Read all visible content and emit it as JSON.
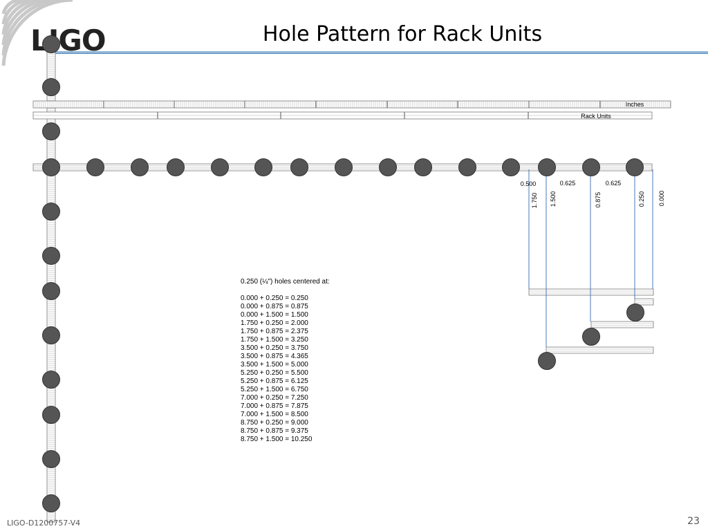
{
  "header": {
    "logo_text": "LIGO",
    "title": "Hole Pattern for Rack Units"
  },
  "ruler": {
    "inches_label": "Inches",
    "rack_units_label": "Rack Units"
  },
  "dimensions": {
    "horizontal": [
      "0.500",
      "0.625",
      "0.625"
    ],
    "vertical": [
      "1.750",
      "1.500",
      "0.875",
      "0.250",
      "0.000"
    ]
  },
  "notes": {
    "heading": "0.250 (¼\") holes centered at:",
    "lines": [
      "0.000 + 0.250 = 0.250",
      "0.000 + 0.875 = 0.875",
      "0.000 + 1.500 = 1.500",
      "1.750 + 0.250 = 2.000",
      "1.750 + 0.875 = 2.375",
      "1.750 + 1.500 = 3.250",
      "3.500 + 0.250 = 3.750",
      "3.500 + 0.875 = 4.365",
      "3.500 + 1.500 = 5.000",
      "5.250 + 0.250 = 5.500",
      "5.250 + 0.875 = 6.125",
      "5.250 + 1.500 = 6.750",
      "7.000 + 0.250 = 7.250",
      "7.000 + 0.875 = 7.875",
      "7.000 + 1.500 = 8.500",
      "8.750 + 0.250 = 9.000",
      "8.750 + 0.875 = 9.375",
      "8.750 + 1.500 = 10.250"
    ]
  },
  "footer": {
    "document_id": "LIGO-D1200757-V4",
    "page_number": "23"
  },
  "colors": {
    "hole": "#555555",
    "hole_stroke": "#333333",
    "ruler_line": "#777777",
    "leader": "#4a78b8",
    "accent": "#8fb6d9"
  }
}
